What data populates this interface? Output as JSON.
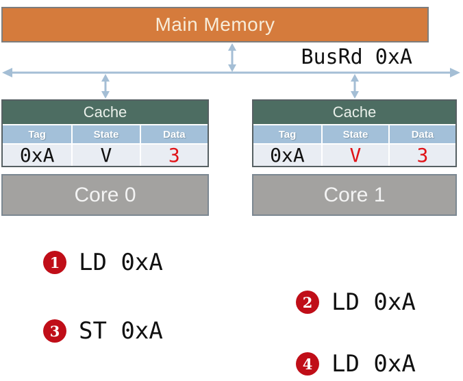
{
  "colors": {
    "orange": "#d57b3c",
    "cream": "#f7ecd9",
    "teal": "#4d6d62",
    "header_blue": "#a3c0d9",
    "row_bg": "#e9edf3",
    "core_gray": "#a3a2a0",
    "red": "#e01217",
    "badge_red": "#c00e18",
    "arrow_blue": "#a4bed5"
  },
  "main_memory": {
    "label": "Main Memory"
  },
  "bus": {
    "label": "BusRd 0xA"
  },
  "caches": [
    {
      "title": "Cache",
      "columns": {
        "tag": "Tag",
        "state": "State",
        "data": "Data"
      },
      "row": {
        "tag": "0xA",
        "state": "V",
        "data": "3"
      },
      "state_color": "black",
      "data_color": "red"
    },
    {
      "title": "Cache",
      "columns": {
        "tag": "Tag",
        "state": "State",
        "data": "Data"
      },
      "row": {
        "tag": "0xA",
        "state": "V",
        "data": "3"
      },
      "state_color": "red",
      "data_color": "red"
    }
  ],
  "cores": [
    {
      "label": "Core 0"
    },
    {
      "label": "Core 1"
    }
  ],
  "steps": [
    {
      "num": "1",
      "op": "LD 0xA",
      "column": "left"
    },
    {
      "num": "2",
      "op": "LD 0xA",
      "column": "right"
    },
    {
      "num": "3",
      "op": "ST 0xA",
      "column": "left"
    },
    {
      "num": "4",
      "op": "LD 0xA",
      "column": "right"
    }
  ]
}
